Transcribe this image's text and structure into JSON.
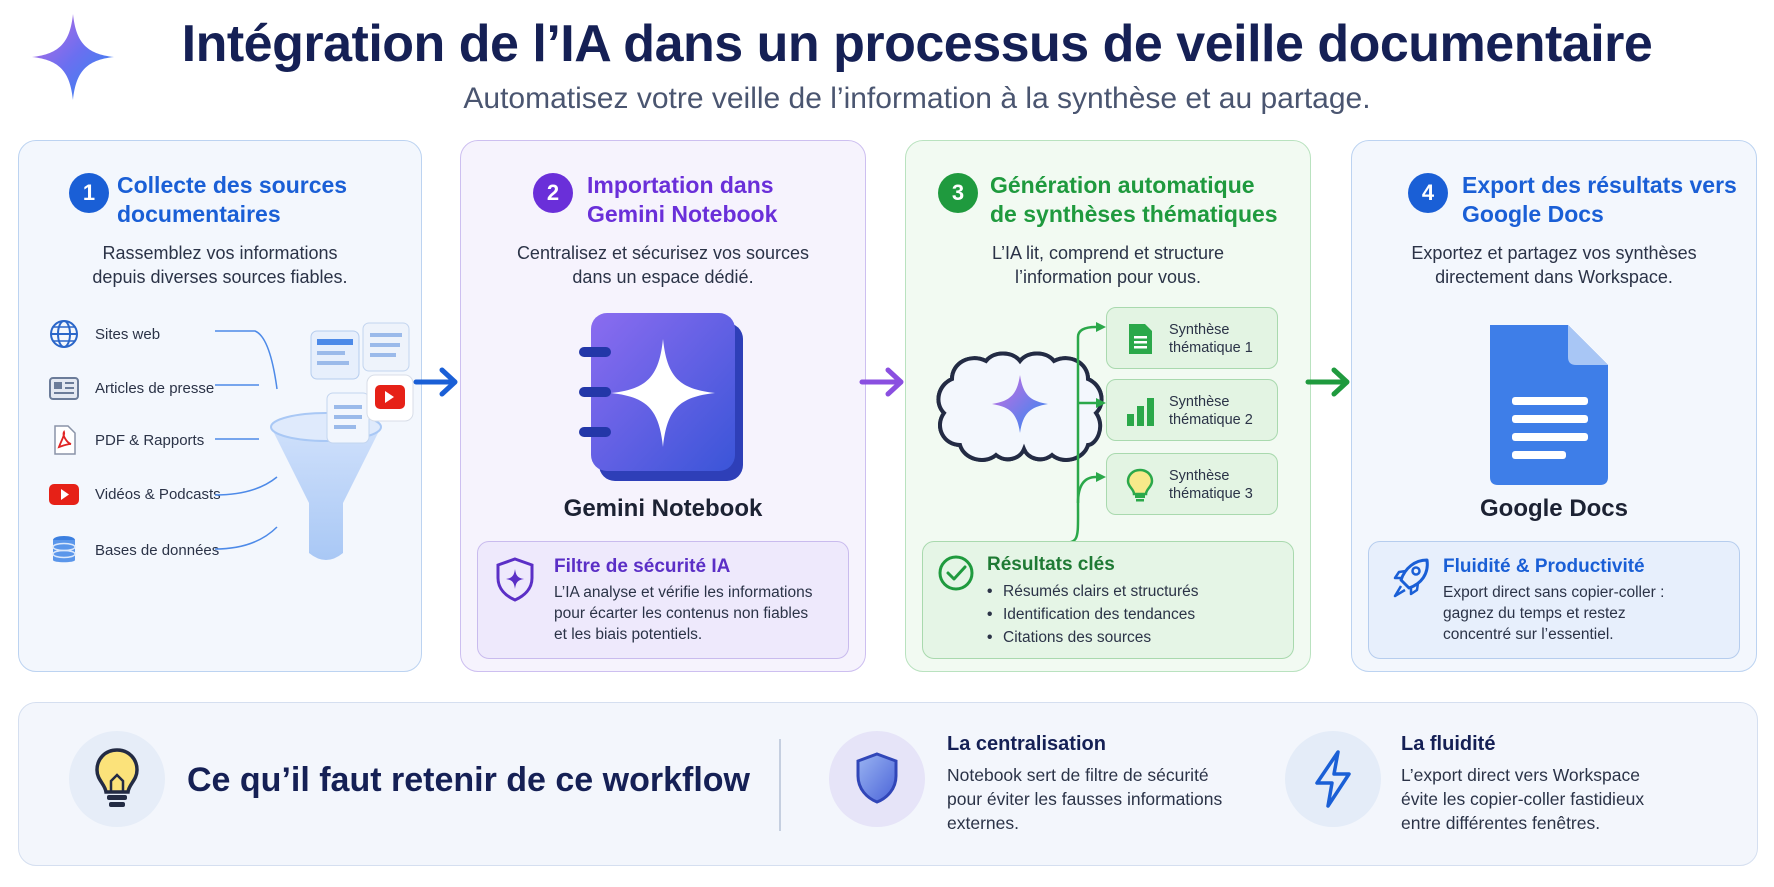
{
  "header": {
    "title": "Intégration de l’IA dans un processus de veille documentaire",
    "subtitle": "Automatisez votre veille de l’information à la synthèse et au partage."
  },
  "steps": [
    {
      "number": "1",
      "title_line1": "Collecte des sources",
      "title_line2": "documentaires",
      "description_line1": "Rassemblez vos informations",
      "description_line2": "depuis diverses sources fiables.",
      "color": "#1a5fd6",
      "sources": [
        "Sites web",
        "Articles de presse",
        "PDF & Rapports",
        "Vidéos & Podcasts",
        "Bases de données"
      ]
    },
    {
      "number": "2",
      "title_line1": "Importation dans",
      "title_line2": "Gemini Notebook",
      "description_line1": "Centralisez et sécurisez vos sources",
      "description_line2": "dans un espace dédié.",
      "color": "#6a2fd9",
      "product_name": "Gemini Notebook",
      "box_title": "Filtre de sécurité IA",
      "box_text_line1": "L’IA analyse et vérifie les informations",
      "box_text_line2": "pour écarter les contenus non fiables",
      "box_text_line3": "et les biais potentiels."
    },
    {
      "number": "3",
      "title_line1": "Génération automatique",
      "title_line2": "de synthèses thématiques",
      "description_line1": "L’IA lit, comprend et structure",
      "description_line2": "l’information pour vous.",
      "color": "#1f9a3e",
      "syntheses": [
        {
          "line1": "Synthèse",
          "line2": "thématique 1"
        },
        {
          "line1": "Synthèse",
          "line2": "thématique 2"
        },
        {
          "line1": "Synthèse",
          "line2": "thématique 3"
        }
      ],
      "box_title": "Résultats clés",
      "box_items": [
        "Résumés clairs et structurés",
        "Identification des tendances",
        "Citations des sources"
      ]
    },
    {
      "number": "4",
      "title_line1": "Export des résultats vers",
      "title_line2": "Google Docs",
      "description_line1": "Exportez et partagez vos synthèses",
      "description_line2": "directement dans Workspace.",
      "color": "#1a5fd6",
      "product_name": "Google Docs",
      "box_title": "Fluidité & Productivité",
      "box_text_line1": "Export direct sans copier-coller :",
      "box_text_line2": "gagnez du temps et restez",
      "box_text_line3": "concentré sur l’essentiel."
    }
  ],
  "takeaways": {
    "title": "Ce qu’il faut retenir de ce workflow",
    "points": [
      {
        "title": "La centralisation",
        "line1": "Notebook sert de filtre de sécurité",
        "line2": "pour éviter les fausses informations",
        "line3": "externes."
      },
      {
        "title": "La fluidité",
        "line1": "L’export direct vers Workspace",
        "line2": "évite les copier-coller fastidieux",
        "line3": "entre différentes fenêtres."
      }
    ]
  },
  "colors": {
    "step1": "#1a5fd6",
    "step2": "#6a2fd9",
    "step3": "#1f9a3e",
    "step4": "#1a5fd6",
    "title": "#152055"
  },
  "icons": [
    "sparkle-logo-icon",
    "globe-icon",
    "newspaper-icon",
    "pdf-icon",
    "youtube-icon",
    "database-icon",
    "funnel-icon",
    "notebook-icon",
    "shield-sparkle-icon",
    "brain-icon",
    "doc-icon",
    "bar-chart-icon",
    "lightbulb-icon",
    "check-circle-icon",
    "google-docs-icon",
    "rocket-icon",
    "shield-icon",
    "lightning-icon"
  ]
}
